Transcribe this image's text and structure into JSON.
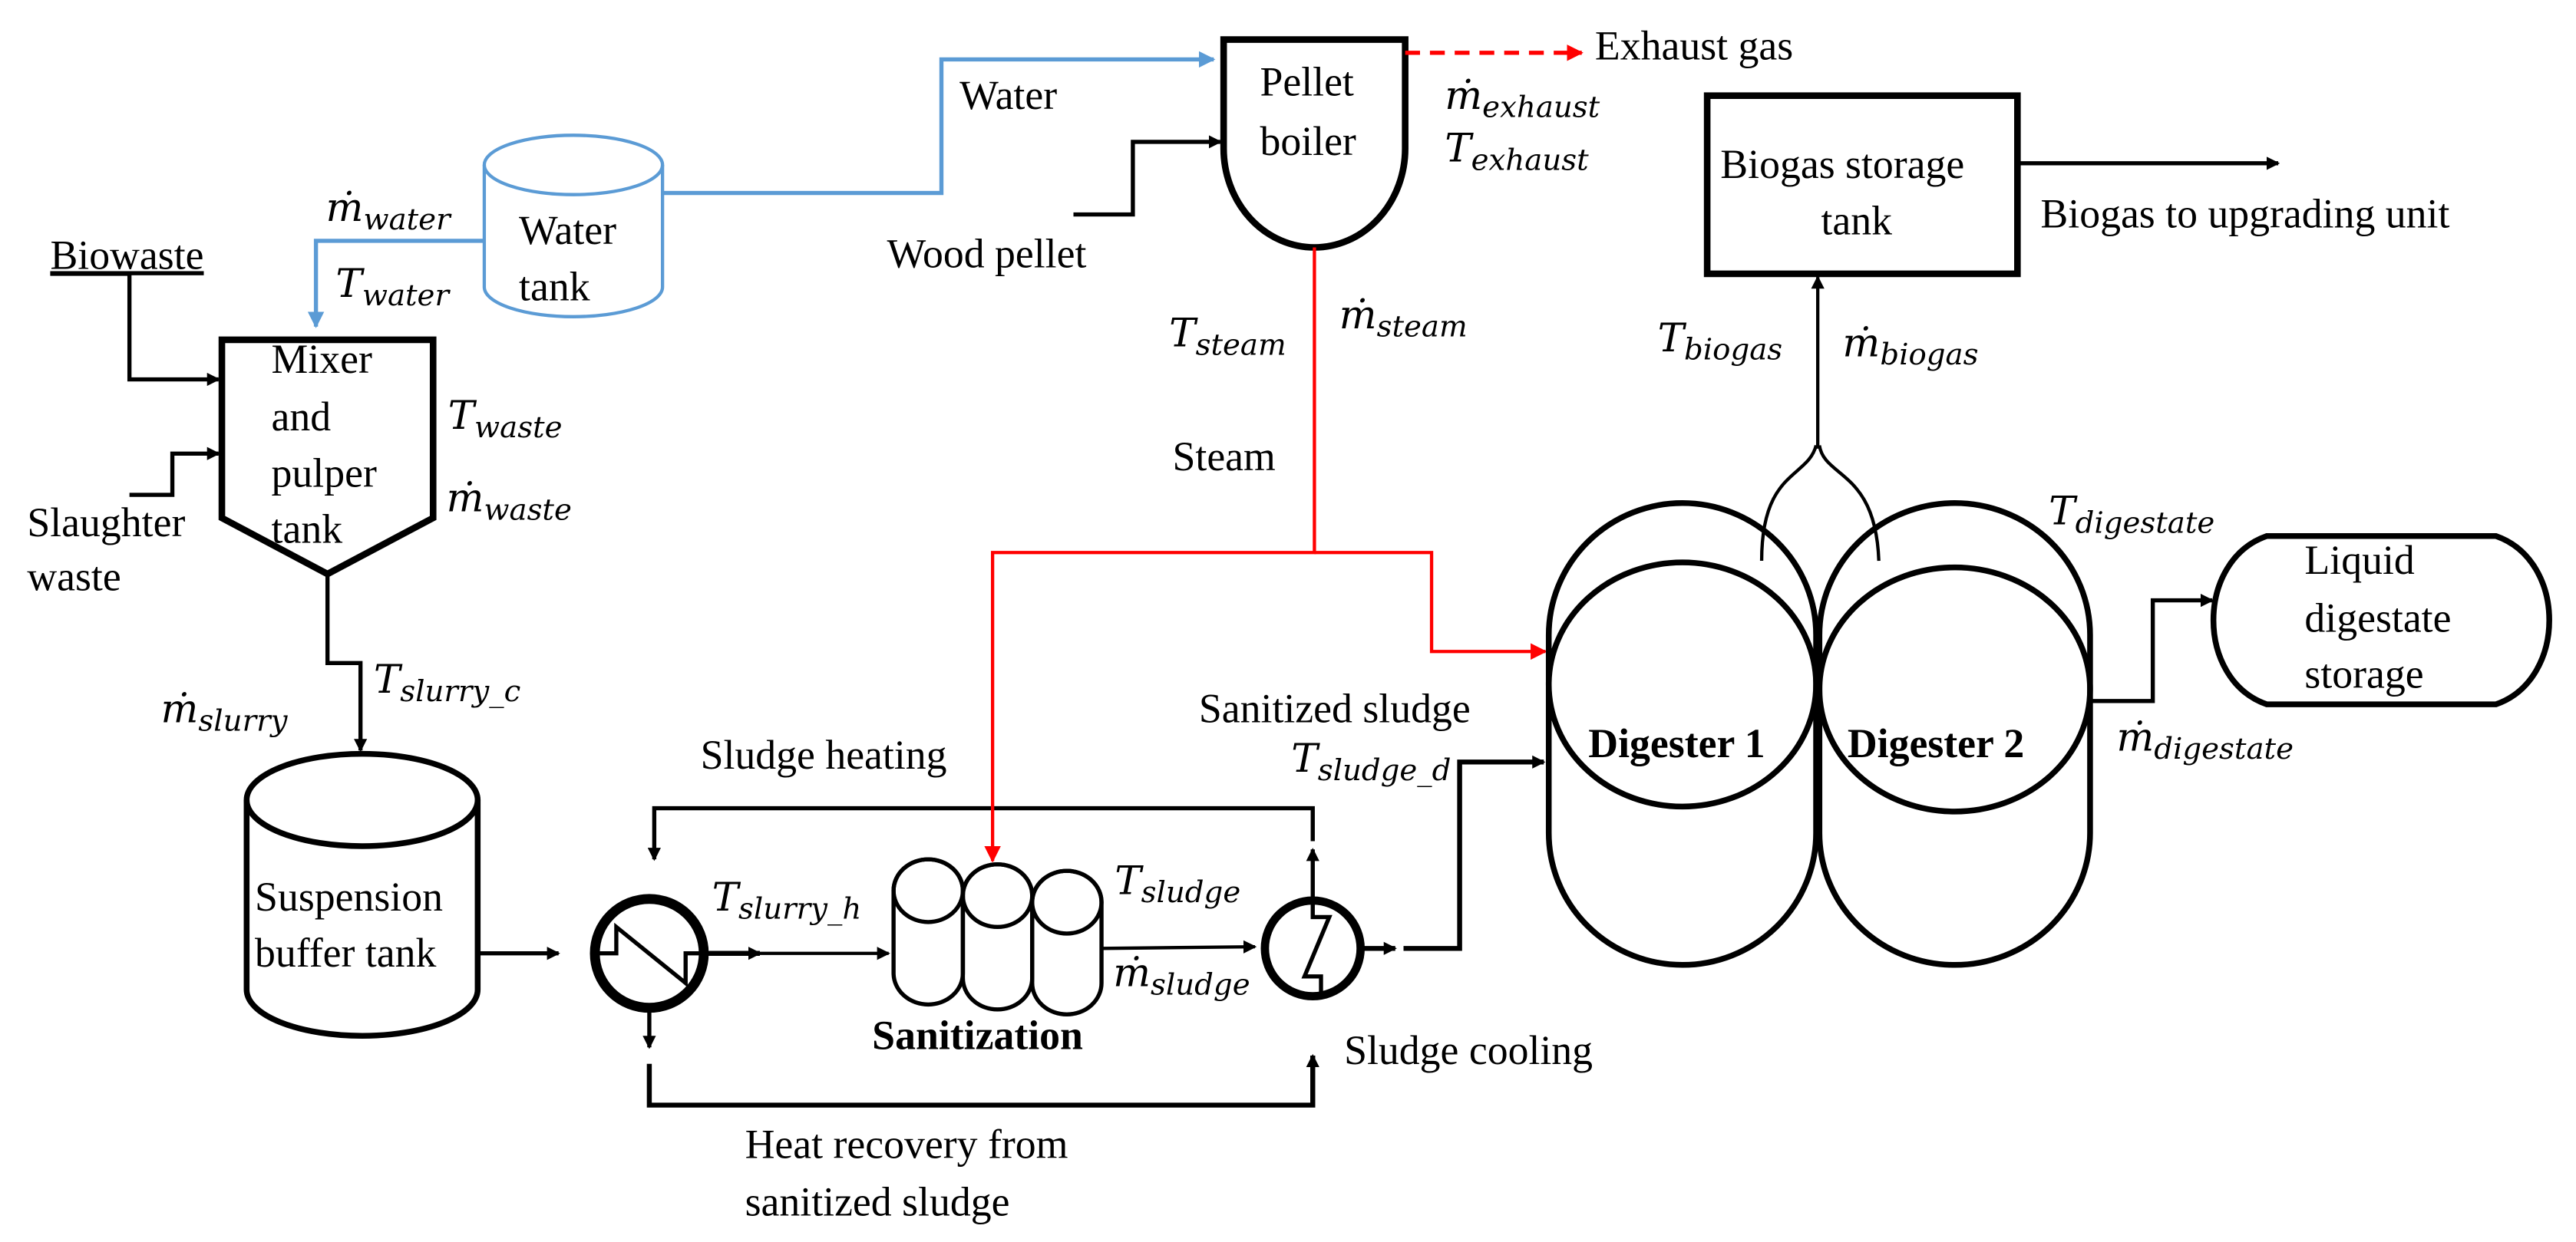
{
  "colors": {
    "water_line": "#5b9bd5",
    "steam_line": "#ff0000",
    "process_line": "#000000"
  },
  "units": {
    "water_tank": [
      "Water",
      "tank"
    ],
    "mixer": [
      "Mixer",
      "and",
      "pulper",
      "tank"
    ],
    "pellet_boiler": [
      "Pellet",
      "boiler"
    ],
    "biogas_storage": [
      "Biogas storage",
      "tank"
    ],
    "suspension_buffer": [
      "Suspension",
      "buffer tank"
    ],
    "sanitization": "Sanitization",
    "digester1": "Digester 1",
    "digester2": "Digester 2",
    "liquid_digestate": [
      "Liquid",
      "digestate",
      "storage"
    ]
  },
  "streams": {
    "biowaste": "Biowaste",
    "slaughter_waste": [
      "Slaughter",
      "waste"
    ],
    "water": "Water",
    "wood_pellet": "Wood pellet",
    "exhaust_gas": "Exhaust gas",
    "biogas_out": "Biogas to upgrading unit",
    "steam": "Steam",
    "sludge_heating": "Sludge heating",
    "sanitized_sludge": "Sanitized sludge",
    "sludge_cooling": "Sludge cooling",
    "heat_recovery": [
      "Heat recovery from",
      "sanitized sludge"
    ]
  },
  "variables": {
    "m_water": {
      "base": "ṁ",
      "sub": "water"
    },
    "T_water": {
      "base": "T",
      "sub": "water"
    },
    "T_waste": {
      "base": "T",
      "sub": "waste"
    },
    "m_waste": {
      "base": "ṁ",
      "sub": "waste"
    },
    "m_exhaust": {
      "base": "ṁ",
      "sub": "exhaust"
    },
    "T_exhaust": {
      "base": "T",
      "sub": "exhaust"
    },
    "T_steam": {
      "base": "T",
      "sub": "steam"
    },
    "m_steam": {
      "base": "ṁ",
      "sub": "steam"
    },
    "T_biogas": {
      "base": "T",
      "sub": "biogas"
    },
    "m_biogas": {
      "base": "ṁ",
      "sub": "biogas"
    },
    "T_digestate": {
      "base": "T",
      "sub": "digestate"
    },
    "m_digestate": {
      "base": "ṁ",
      "sub": "digestate"
    },
    "m_slurry": {
      "base": "ṁ",
      "sub": "slurry"
    },
    "T_slurry_c": {
      "base": "T",
      "sub": "slurry_c"
    },
    "T_slurry_h": {
      "base": "T",
      "sub": "slurry_h"
    },
    "T_sludge": {
      "base": "T",
      "sub": "sludge"
    },
    "m_sludge": {
      "base": "ṁ",
      "sub": "sludge"
    },
    "T_sludge_d": {
      "base": "T",
      "sub": "sludge_d"
    }
  }
}
